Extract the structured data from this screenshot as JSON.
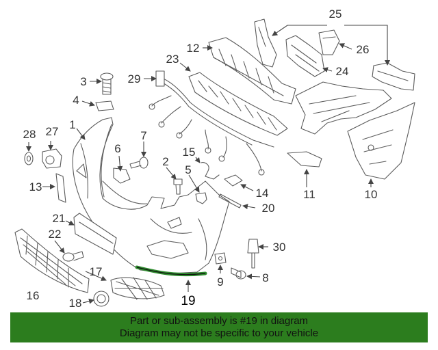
{
  "callouts": {
    "c1": "1",
    "c2": "2",
    "c3": "3",
    "c4": "4",
    "c5": "5",
    "c6": "6",
    "c7": "7",
    "c8": "8",
    "c9": "9",
    "c10": "10",
    "c11": "11",
    "c12": "12",
    "c13": "13",
    "c14": "14",
    "c15": "15",
    "c16": "16",
    "c17": "17",
    "c18": "18",
    "c19": "19",
    "c20": "20",
    "c21": "21",
    "c22": "22",
    "c23": "23",
    "c24": "24",
    "c25": "25",
    "c26": "26",
    "c27": "27",
    "c28": "28",
    "c29": "29",
    "c30": "30"
  },
  "banner": {
    "line1": "Part or sub-assembly is #19 in diagram",
    "line2": "Diagram may not be specific to your vehicle"
  },
  "colors": {
    "banner_bg": "#2c7d1e",
    "highlight": "#2e8b2e"
  }
}
